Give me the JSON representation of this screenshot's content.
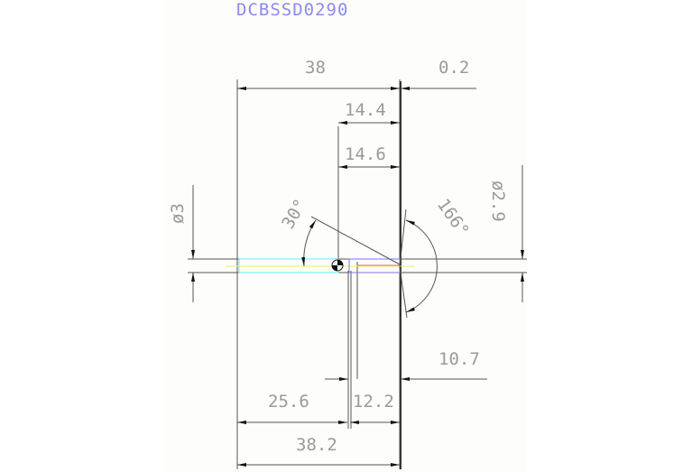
{
  "drawing": {
    "title": "DCBSSD0290",
    "colors": {
      "background": "#fdfefb",
      "line": "#444444",
      "dim_line": "#555555",
      "text": "#9a9a9a",
      "title": "#8a8af0",
      "cyan": "#66eeff",
      "yellow": "#f0f060",
      "red": "#ee6666",
      "blue": "#7777ee"
    },
    "dimensions": {
      "overall_top": "38",
      "offset_top": "0.2",
      "inner_1": "14.4",
      "inner_2": "14.6",
      "diameter_left": "ø3",
      "diameter_right": "ø2.9",
      "angle_left": "30°",
      "angle_right": "166°",
      "right_bottom": "10.7",
      "left_bottom": "25.6",
      "mid_bottom": "12.2",
      "overall_bottom": "38.2"
    }
  }
}
